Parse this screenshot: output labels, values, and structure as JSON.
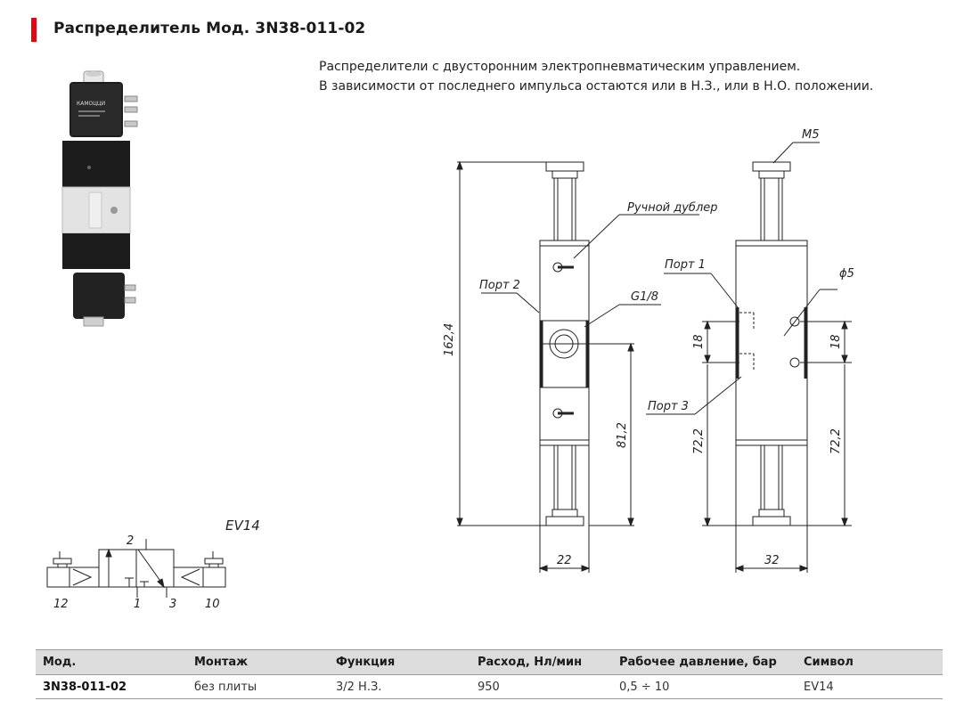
{
  "header": {
    "title": "Распределитель Мод. 3N38-011-02"
  },
  "description": {
    "line1": "Распределители с двусторонним электропневматическим управлением.",
    "line2": "В зависимости от последнего импульса остаются или в Н.З., или в Н.О. положении."
  },
  "product_image": {
    "brand": "КАМОЦЦИ"
  },
  "drawing": {
    "label_m5": "M5",
    "label_manual": "Ручной дублер",
    "label_port2": "Порт 2",
    "label_g18": "G1/8",
    "label_port1": "Порт 1",
    "label_phi5": "ϕ5",
    "label_port3": "Порт 3",
    "dim_162": "162,4",
    "dim_812": "81,2",
    "dim_18_left": "18",
    "dim_18_right": "18",
    "dim_722_left": "72,2",
    "dim_722_right": "72,2",
    "dim_22": "22",
    "dim_32": "32"
  },
  "symbol": {
    "code": "EV14",
    "port_2": "2",
    "port_12": "12",
    "port_1": "1",
    "port_3": "3",
    "port_10": "10"
  },
  "table": {
    "headers": [
      "Мод.",
      "Монтаж",
      "Функция",
      "Расход, Нл/мин",
      "Рабочее давление, бар",
      "Символ"
    ],
    "rows": [
      [
        "3N38-011-02",
        "без плиты",
        "3/2 Н.З.",
        "950",
        "0,5 ÷ 10",
        "EV14"
      ]
    ]
  },
  "colors": {
    "accent": "#e30613",
    "table_header_bg": "#dcdcdc"
  }
}
